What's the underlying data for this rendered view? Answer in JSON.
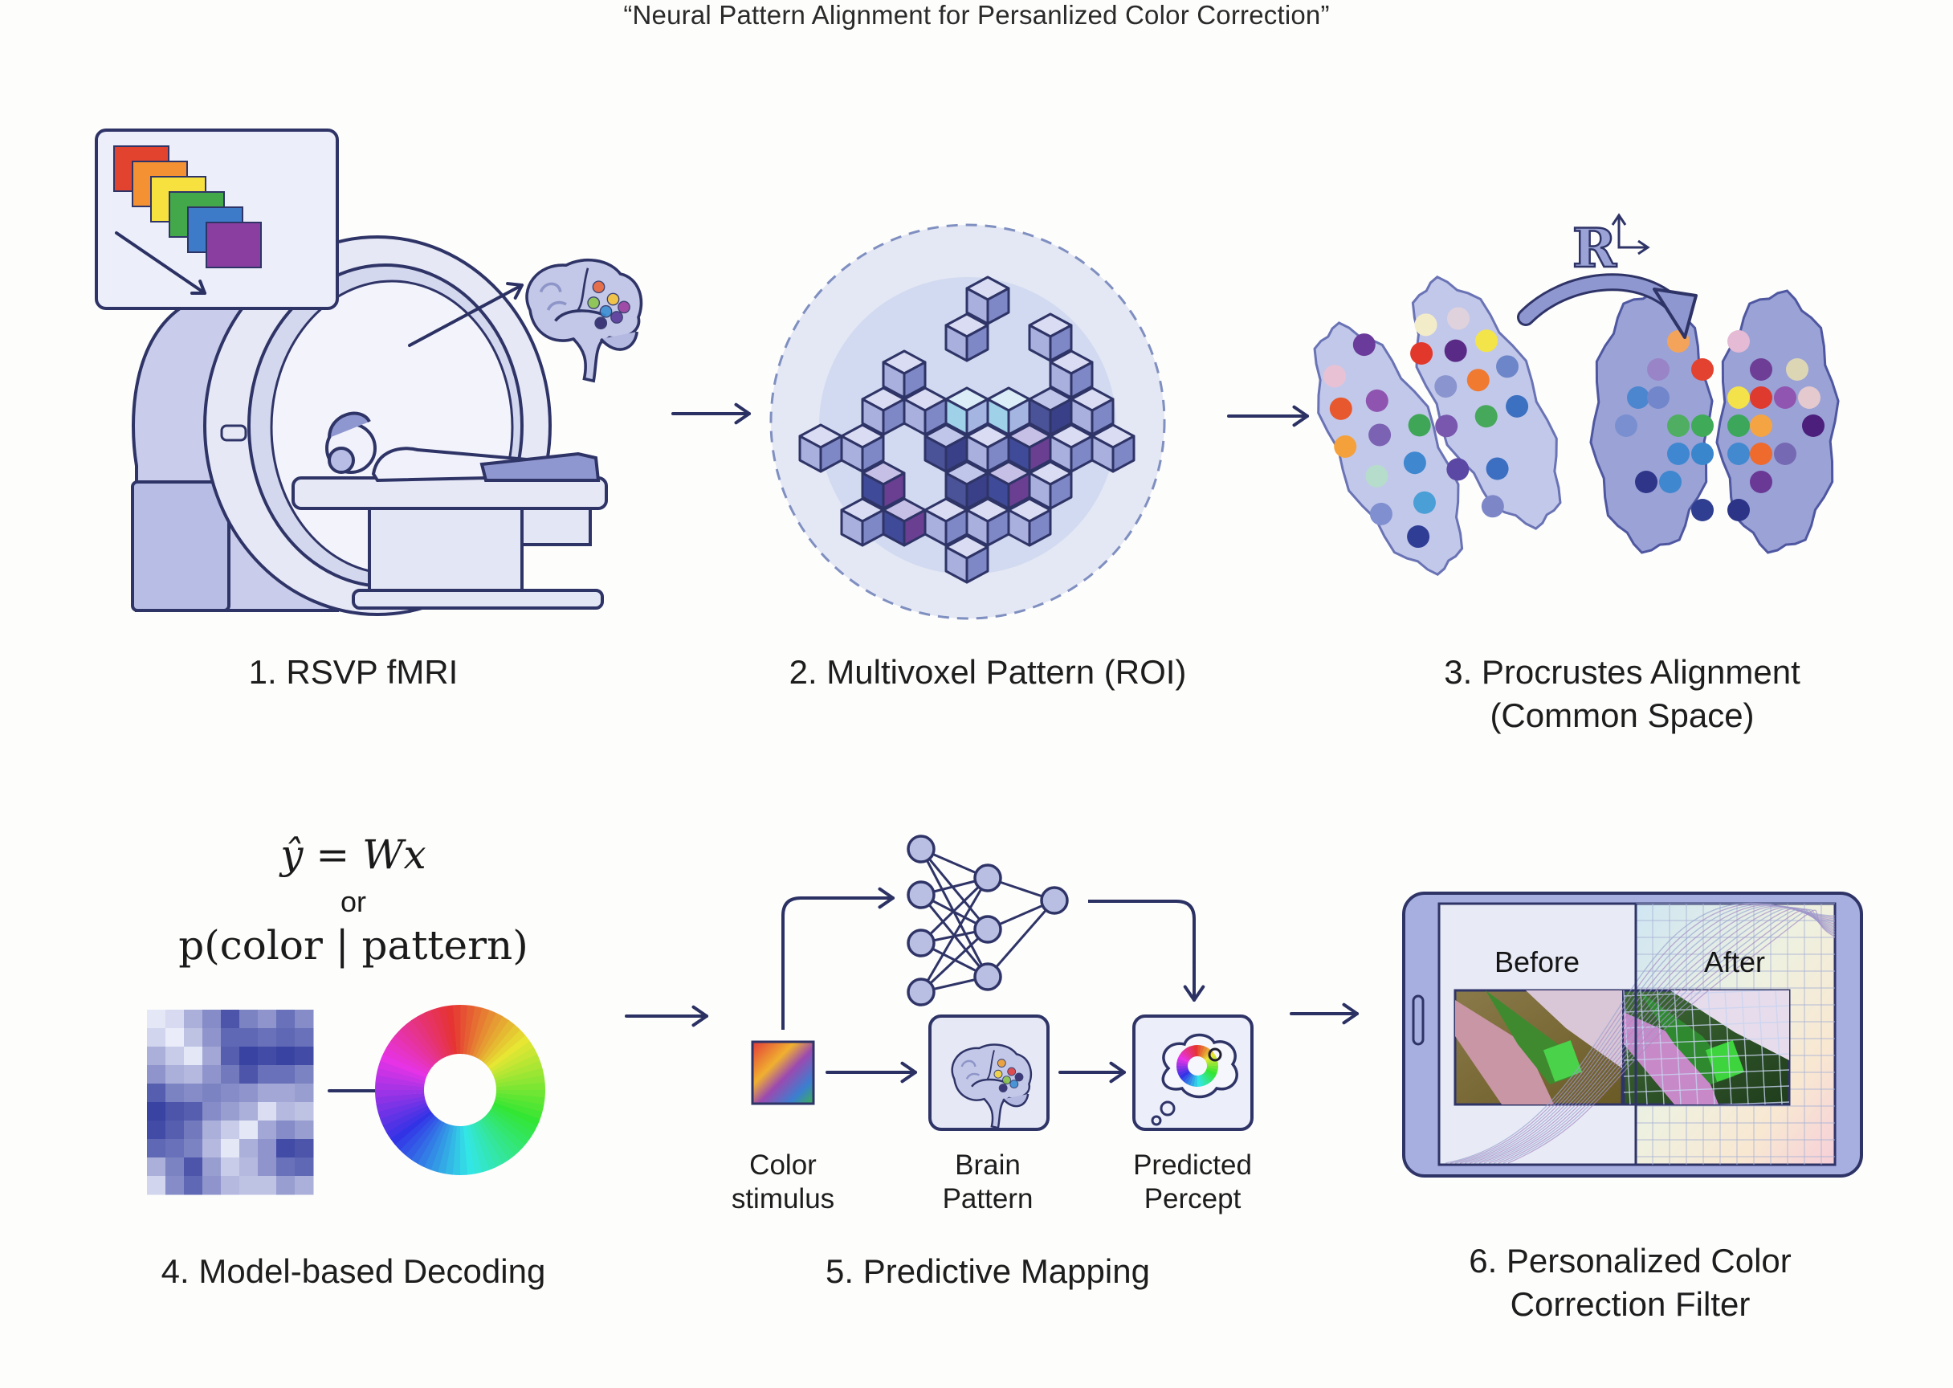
{
  "title": "“Neural Pattern Alignment for Persanlized Color Correction”",
  "palette": {
    "outline": "#2f3467",
    "fill_light": "#dfe2f3",
    "fill_mid": "#b7bde4",
    "fill_dark": "#8f97d0",
    "arrow": "#2b3163",
    "dashed": "#7f8fc0"
  },
  "stages": [
    {
      "id": 1,
      "label": "1. RSVP fMRI",
      "rsvp_colors": [
        "#e2432f",
        "#f39133",
        "#f7e13f",
        "#43a84a",
        "#3d7bc9",
        "#8a3fa0"
      ],
      "brain_dot_colors": [
        "#e8663a",
        "#f5c33b",
        "#8bc54a",
        "#3b8fd4",
        "#5a3a9a",
        "#9b3f9e",
        "#2f2a6e"
      ]
    },
    {
      "id": 2,
      "label": "2. Multivoxel Pattern (ROI)"
    },
    {
      "id": 3,
      "label_lines": [
        "3. Procrustes Alignment",
        "(Common Space)"
      ],
      "rotation_symbol": "R",
      "before_dots": [
        {
          "c": "#e8c2d4"
        },
        {
          "c": "#6a3b9a"
        },
        {
          "c": "#f3ecc9"
        },
        {
          "c": "#e0d2dc"
        },
        {
          "c": "#e8582f"
        },
        {
          "c": "#8f54b0"
        },
        {
          "c": "#e2382c"
        },
        {
          "c": "#5a2b86"
        },
        {
          "c": "#f3e44a"
        },
        {
          "c": "#f4a13c"
        },
        {
          "c": "#7b62b3"
        },
        {
          "c": "#3fa657"
        },
        {
          "c": "#8a95cf"
        },
        {
          "c": "#ef7a30"
        },
        {
          "c": "#6c86c9"
        },
        {
          "c": "#b6dccb"
        },
        {
          "c": "#3f88d0"
        },
        {
          "c": "#7a57ae"
        },
        {
          "c": "#46a85a"
        },
        {
          "c": "#3c70c0"
        },
        {
          "c": "#7f8fcf"
        },
        {
          "c": "#4a9fd6"
        },
        {
          "c": "#5b48a5"
        },
        {
          "c": "#3c6fc2"
        },
        {
          "c": "#2f3e94"
        },
        {
          "c": "#7d87c8"
        }
      ],
      "after_dots": [
        {
          "c": "#f4a45a"
        },
        {
          "c": "#e4bad4"
        },
        {
          "c": "#9a84c8"
        },
        {
          "c": "#e2422f"
        },
        {
          "c": "#6e3e96"
        },
        {
          "c": "#ddd6b5"
        },
        {
          "c": "#4b86cf"
        },
        {
          "c": "#7286cb"
        },
        {
          "c": "#f3e24a"
        },
        {
          "c": "#df3a2e"
        },
        {
          "c": "#9055b0"
        },
        {
          "c": "#e4c9cf"
        },
        {
          "c": "#7a8fd0"
        },
        {
          "c": "#4fae61"
        },
        {
          "c": "#3faa58"
        },
        {
          "c": "#3ca65b"
        },
        {
          "c": "#f5a444"
        },
        {
          "c": "#4b1f7b"
        },
        {
          "c": "#3f87d0"
        },
        {
          "c": "#3a86cd"
        },
        {
          "c": "#4289d0"
        },
        {
          "c": "#ee6a2d"
        },
        {
          "c": "#7669b3"
        },
        {
          "c": "#2f3689"
        },
        {
          "c": "#3f87cf"
        },
        {
          "c": "#6a3996"
        },
        {
          "c": "#2f3e90"
        },
        {
          "c": "#2c3488"
        }
      ]
    },
    {
      "id": 4,
      "label": "4. Model-based Decoding",
      "formula_line1": "ŷ = Wx",
      "formula_or": "or",
      "formula_line2": "p(color | pattern)",
      "heatmap": {
        "rows": 10,
        "cols": 9,
        "low_color": "#eef0fb",
        "high_color": "#2f3a9c",
        "values": [
          [
            0.05,
            0.12,
            0.35,
            0.55,
            0.85,
            0.6,
            0.5,
            0.7,
            0.55
          ],
          [
            0.15,
            0.02,
            0.25,
            0.5,
            0.75,
            0.75,
            0.7,
            0.75,
            0.7
          ],
          [
            0.35,
            0.2,
            0.05,
            0.4,
            0.8,
            0.95,
            0.9,
            0.95,
            0.9
          ],
          [
            0.5,
            0.35,
            0.3,
            0.5,
            0.65,
            0.85,
            0.7,
            0.7,
            0.6
          ],
          [
            0.8,
            0.6,
            0.55,
            0.6,
            0.55,
            0.5,
            0.4,
            0.4,
            0.45
          ],
          [
            0.95,
            0.85,
            0.8,
            0.55,
            0.45,
            0.35,
            0.1,
            0.3,
            0.25
          ],
          [
            0.9,
            0.8,
            0.65,
            0.35,
            0.2,
            0.05,
            0.4,
            0.55,
            0.45
          ],
          [
            0.75,
            0.7,
            0.6,
            0.3,
            0.05,
            0.35,
            0.5,
            0.9,
            0.85
          ],
          [
            0.35,
            0.6,
            0.85,
            0.45,
            0.2,
            0.3,
            0.5,
            0.7,
            0.75
          ],
          [
            0.15,
            0.55,
            0.75,
            0.5,
            0.3,
            0.25,
            0.25,
            0.45,
            0.35
          ]
        ]
      }
    },
    {
      "id": 5,
      "label": "5. Predictive Mapping",
      "nodes": [
        "Color stimulus",
        "Brain Pattern",
        "Predicted Percept"
      ],
      "node_lines": [
        [
          "Color",
          "stimulus"
        ],
        [
          "Brain",
          "Pattern"
        ],
        [
          "Predicted",
          "Percept"
        ]
      ],
      "network_layers": [
        4,
        3,
        1
      ]
    },
    {
      "id": 6,
      "label_lines": [
        "6. Personalized Color",
        "Correction Filter"
      ],
      "before_label": "Before",
      "after_label": "After"
    }
  ]
}
